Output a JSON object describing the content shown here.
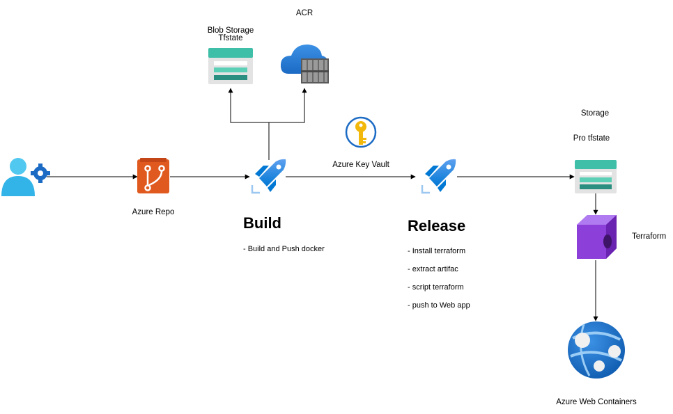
{
  "nodes": {
    "blob_storage": {
      "line1": "Blob Storage",
      "line2": "Tfstate"
    },
    "acr": {
      "label": "ACR"
    },
    "key_vault": {
      "label": "Azure Key Vault"
    },
    "azure_repo": {
      "label": "Azure Repo"
    },
    "storage": {
      "label": "Storage",
      "sublabel": "Pro tfstate"
    },
    "terraform": {
      "label": "Terraform"
    },
    "web_containers": {
      "label": "Azure Web Containers"
    }
  },
  "build": {
    "title": "Build",
    "steps": [
      "- Build and Push docker"
    ]
  },
  "release": {
    "title": "Release",
    "steps": [
      "- Install terraform",
      "- extract artifac",
      "- script terraform",
      "- push to Web app"
    ]
  },
  "colors": {
    "azure_blue": "#0078D4",
    "repo_orange": "#E05A1F",
    "vault_yellow": "#F2B90C",
    "storage_teal": "#3FBFA8",
    "terraform_purple": "#8C3FD9"
  },
  "icons": [
    "user-settings-icon",
    "azure-repo-icon",
    "pipelines-icon",
    "blob-storage-icon",
    "acr-icon",
    "key-vault-icon",
    "storage-account-icon",
    "terraform-cube-icon",
    "web-app-icon"
  ]
}
